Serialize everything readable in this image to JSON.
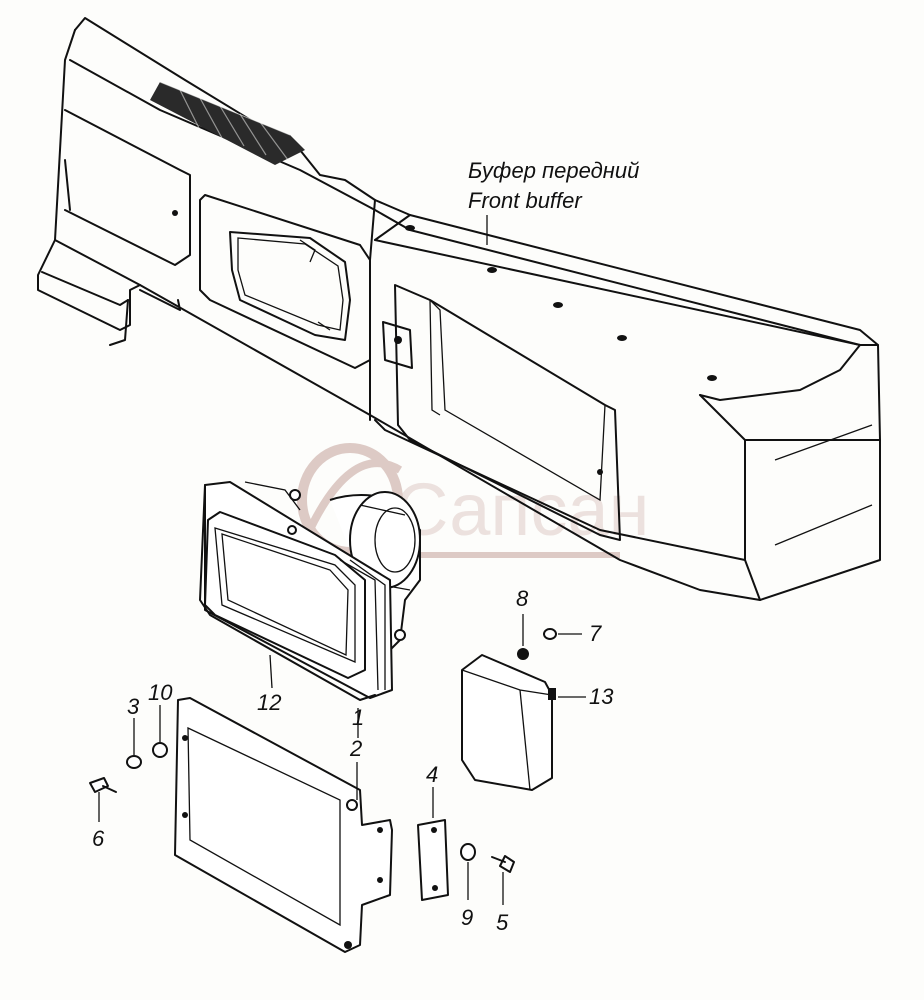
{
  "title_ru": "Буфер передний",
  "title_en": "Front buffer",
  "watermark": "Сапсан",
  "callouts": [
    {
      "id": "1",
      "label": "1"
    },
    {
      "id": "2",
      "label": "2"
    },
    {
      "id": "3",
      "label": "3"
    },
    {
      "id": "4",
      "label": "4"
    },
    {
      "id": "5",
      "label": "5"
    },
    {
      "id": "6",
      "label": "6"
    },
    {
      "id": "7",
      "label": "7"
    },
    {
      "id": "8",
      "label": "8"
    },
    {
      "id": "9",
      "label": "9"
    },
    {
      "id": "10",
      "label": "10"
    },
    {
      "id": "12",
      "label": "12"
    },
    {
      "id": "13",
      "label": "13"
    }
  ]
}
